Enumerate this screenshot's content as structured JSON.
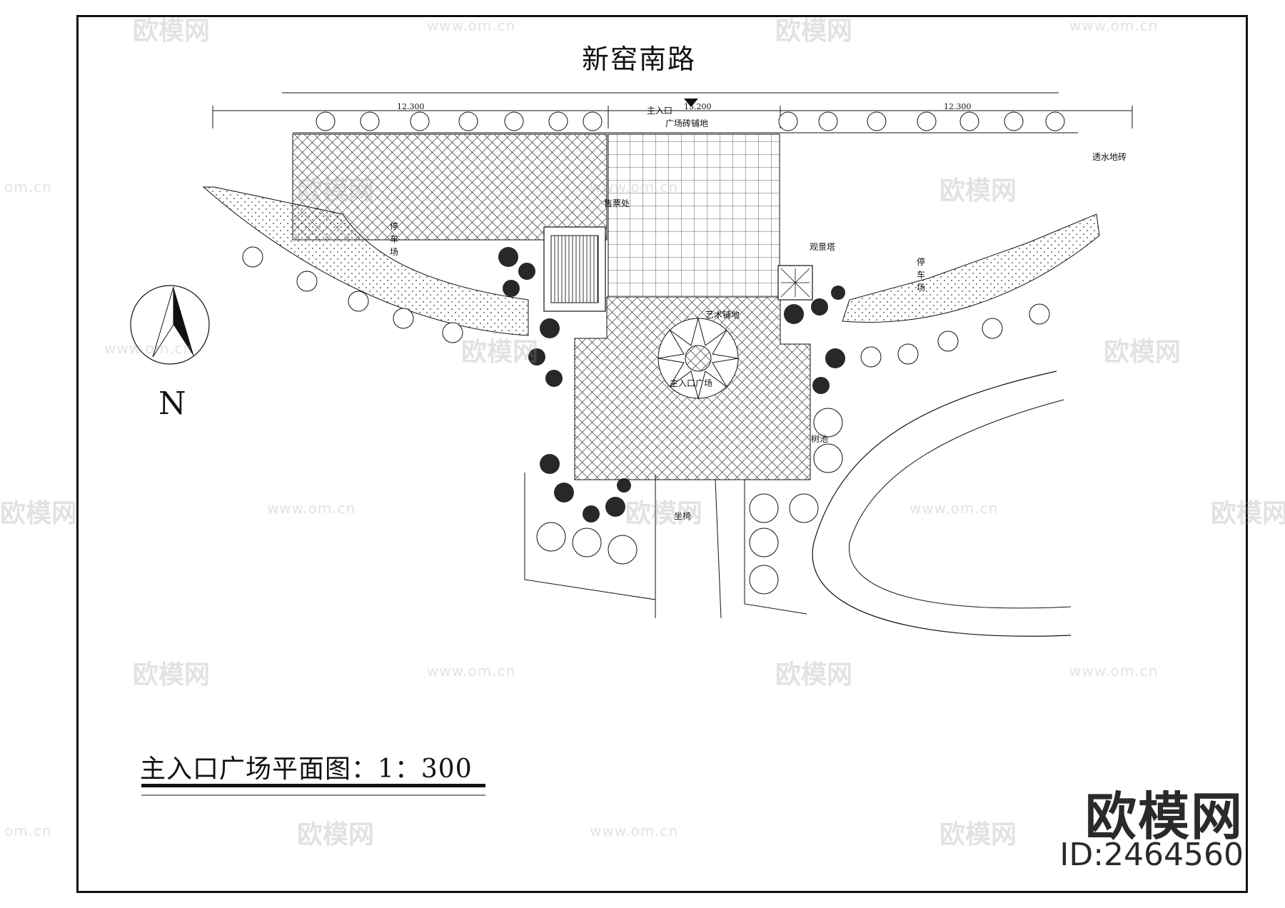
{
  "road_name": "新窑南路",
  "labels": {
    "main_entrance": "主入口",
    "plaza_brick": "广场砖铺地",
    "permeable_brick": "透水地砖",
    "ticket_office": "售票处",
    "viewing_tower": "观景塔",
    "parking": "停车场",
    "art_paving": "艺术铺地",
    "entrance_plaza": "主入口广场",
    "tree_pool": "树池",
    "bench": "坐椅"
  },
  "dimensions": {
    "left": "12.300",
    "center": "15.200",
    "right": "12.300"
  },
  "north_label": "N",
  "plan_title": "主入口广场平面图：1：300",
  "brand": {
    "name": "欧模网",
    "id": "ID:2464560"
  },
  "watermark": {
    "logo": "欧模网",
    "url": "www.om.cn",
    "fragment": "om.cn"
  },
  "colors": {
    "line": "#111111",
    "watermark": "#9a9a9a"
  }
}
